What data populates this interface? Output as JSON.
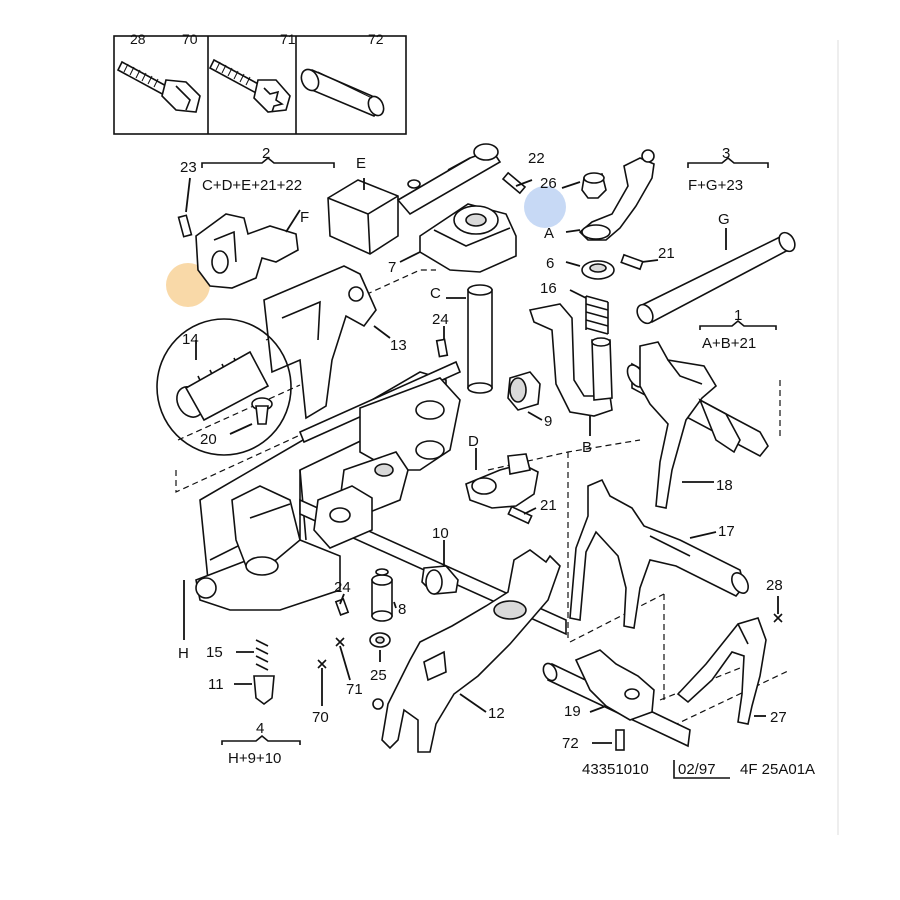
{
  "labels": {
    "inset_a": "28",
    "inset_b": "70",
    "inset_c": "71",
    "inset_d": "72",
    "l23": "23",
    "l2": "2",
    "g2": "C+D+E+21+22",
    "lE": "E",
    "lF": "F",
    "l22": "22",
    "l26": "26",
    "l3": "3",
    "g3": "F+G+23",
    "lA": "A",
    "l7": "7",
    "lG": "G",
    "l6": "6",
    "l21a": "21",
    "l16": "16",
    "lC": "C",
    "l24a": "24",
    "l13": "13",
    "l14": "14",
    "l1": "1",
    "g1": "A+B+21",
    "l20": "20",
    "l9": "9",
    "lB": "B",
    "lD": "D",
    "l21b": "21",
    "l18": "18",
    "l10": "10",
    "l17": "17",
    "l24b": "24",
    "l8": "8",
    "lH": "H",
    "l15": "15",
    "l11": "11",
    "l71": "71",
    "l25": "25",
    "l70": "70",
    "l28": "28",
    "l12": "12",
    "l19": "19",
    "l27": "27",
    "l4": "4",
    "g4": "H+9+10",
    "l72": "72",
    "ref": "43351010",
    "date": "02/97",
    "code": "4F 25A01A"
  },
  "colors": {
    "ink": "#111111",
    "highlight_orange": "#f9d9a8",
    "highlight_blue": "#c7d9f5"
  }
}
